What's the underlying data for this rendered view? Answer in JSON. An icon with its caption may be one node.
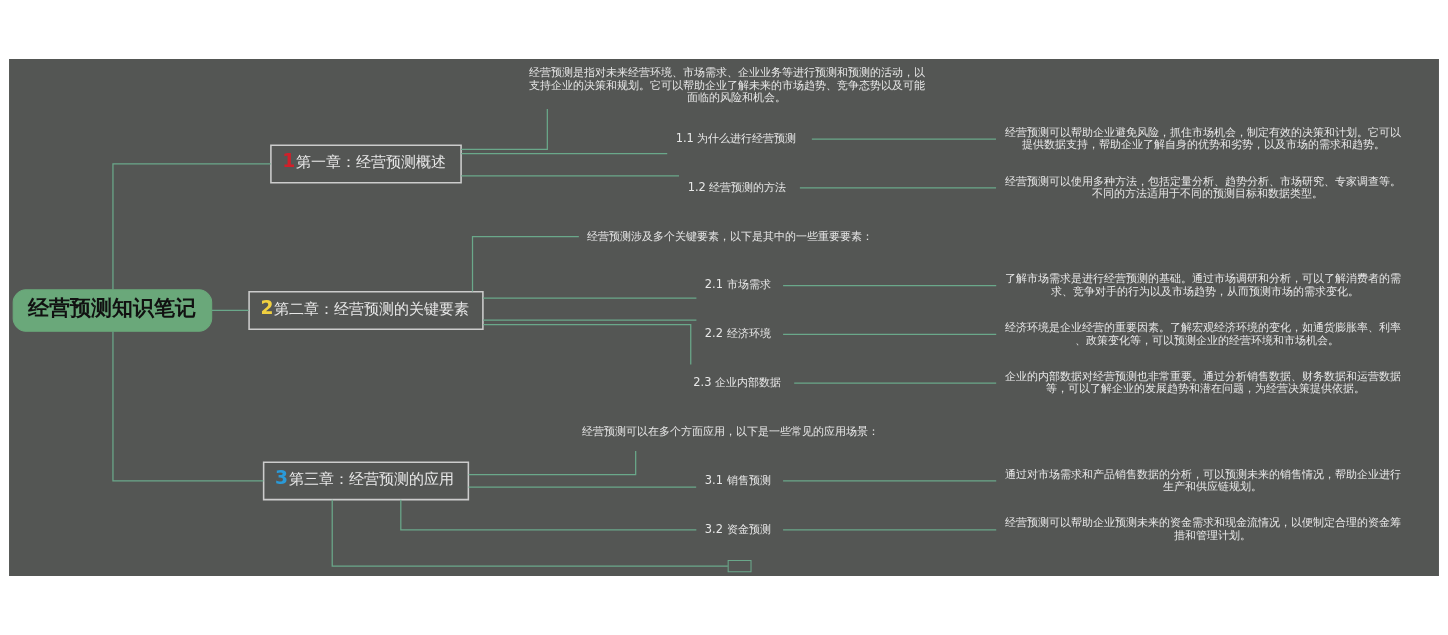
{
  "diagram": {
    "nodes": [
      {
        "text": [
          "经营预测知识笔记"
        ]
      },
      {
        "text": [
          "1",
          "第一章：经营预测概述"
        ]
      },
      {
        "text": [
          "经营预测是指对未来经营环境、市场需求、企业业务等进行预测和预测的活动，以支持企业的决策和规划。它可以帮助企业了解未来的市场趋势、竞争态势以及可能面临的风险和机会。"
        ]
      },
      {
        "text": [
          "1.1 为什么进行经营预测"
        ]
      },
      {
        "text": [
          "经营预测可以帮助企业避免风险，抓住市场机会，制定有效的决策和计划。它可以提供数据支持，帮助企业了解自身的优势和劣势，以及市场的需求和趋势。"
        ]
      },
      {
        "text": [
          "1.2 经营预测的方法"
        ]
      },
      {
        "text": [
          "经营预测可以使用多种方法，包括定量分析、趋势分析、市场研究、专家调查等。不同的方法适用于不同的预测目标和数据类型。"
        ]
      },
      {
        "text": [
          "2",
          "第二章：经营预测的关键要素"
        ]
      },
      {
        "text": [
          "经营预测涉及多个关键要素，以下是其中的一些重要要素："
        ]
      },
      {
        "text": [
          "2.1 市场需求"
        ]
      },
      {
        "text": [
          "了解市场需求是进行经营预测的基础。通过市场调研和分析，可以了解消费者的需求、竞争对手的行为以及市场趋势，从而预测市场的需求变化。"
        ]
      },
      {
        "text": [
          "2.2 经济环境"
        ]
      },
      {
        "text": [
          "经济环境是企业经营的重要因素。了解宏观经济环境的变化，如通货膨胀率、利率、政策变化等，可以预测企业的经营环境和市场机会。"
        ]
      },
      {
        "text": [
          "2.3 企业内部数据"
        ]
      },
      {
        "text": [
          "企业的内部数据对经营预测也非常重要。通过分析销售数据、财务数据和运营数据等，可以了解企业的发展趋势和潜在问题，为经营决策提供依据。"
        ]
      },
      {
        "text": [
          "3",
          "第三章：经营预测的应用"
        ]
      },
      {
        "text": [
          "经营预测可以在多个方面应用，以下是一些常见的应用场景："
        ]
      },
      {
        "text": [
          "3.1 销售预测"
        ]
      },
      {
        "text": [
          "通过对市场需求和产品销售数据的分析，可以预测未来的销售情况，帮助企业进行生产和供应链规划。"
        ]
      },
      {
        "text": [
          "3.2 资金预测"
        ]
      },
      {
        "text": [
          "经营预测可以帮助企业预测未来的资金需求和现金流情况，以便制定合理的资金筹措和管理计划。"
        ]
      },
      {
        "text": [],
        "shape": "box"
      }
    ],
    "edges": [
      {
        "from": 0,
        "to": 1,
        "arrow": "none"
      },
      {
        "from": 1,
        "to": 2,
        "arrow": "none"
      },
      {
        "from": 1,
        "to": 3,
        "arrow": "none"
      },
      {
        "from": 3,
        "to": 4,
        "arrow": "none"
      },
      {
        "from": 1,
        "to": 5,
        "arrow": "none"
      },
      {
        "from": 5,
        "to": 6,
        "arrow": "none"
      },
      {
        "from": 0,
        "to": 7,
        "arrow": "none"
      },
      {
        "from": 7,
        "to": 8,
        "arrow": "none"
      },
      {
        "from": 7,
        "to": 9,
        "arrow": "none"
      },
      {
        "from": 9,
        "to": 10,
        "arrow": "none"
      },
      {
        "from": 7,
        "to": 11,
        "arrow": "none"
      },
      {
        "from": 11,
        "to": 12,
        "arrow": "none"
      },
      {
        "from": 7,
        "to": 13,
        "arrow": "none"
      },
      {
        "from": 13,
        "to": 14,
        "arrow": "none"
      },
      {
        "from": 0,
        "to": 15,
        "arrow": "none"
      },
      {
        "from": 15,
        "to": 16,
        "arrow": "none"
      },
      {
        "from": 15,
        "to": 17,
        "arrow": "none"
      },
      {
        "from": 17,
        "to": 18,
        "arrow": "none"
      },
      {
        "from": 15,
        "to": 19,
        "arrow": "none"
      },
      {
        "from": 19,
        "to": 20,
        "arrow": "none"
      },
      {
        "from": 15,
        "to": 21,
        "arrow": "none"
      }
    ]
  }
}
